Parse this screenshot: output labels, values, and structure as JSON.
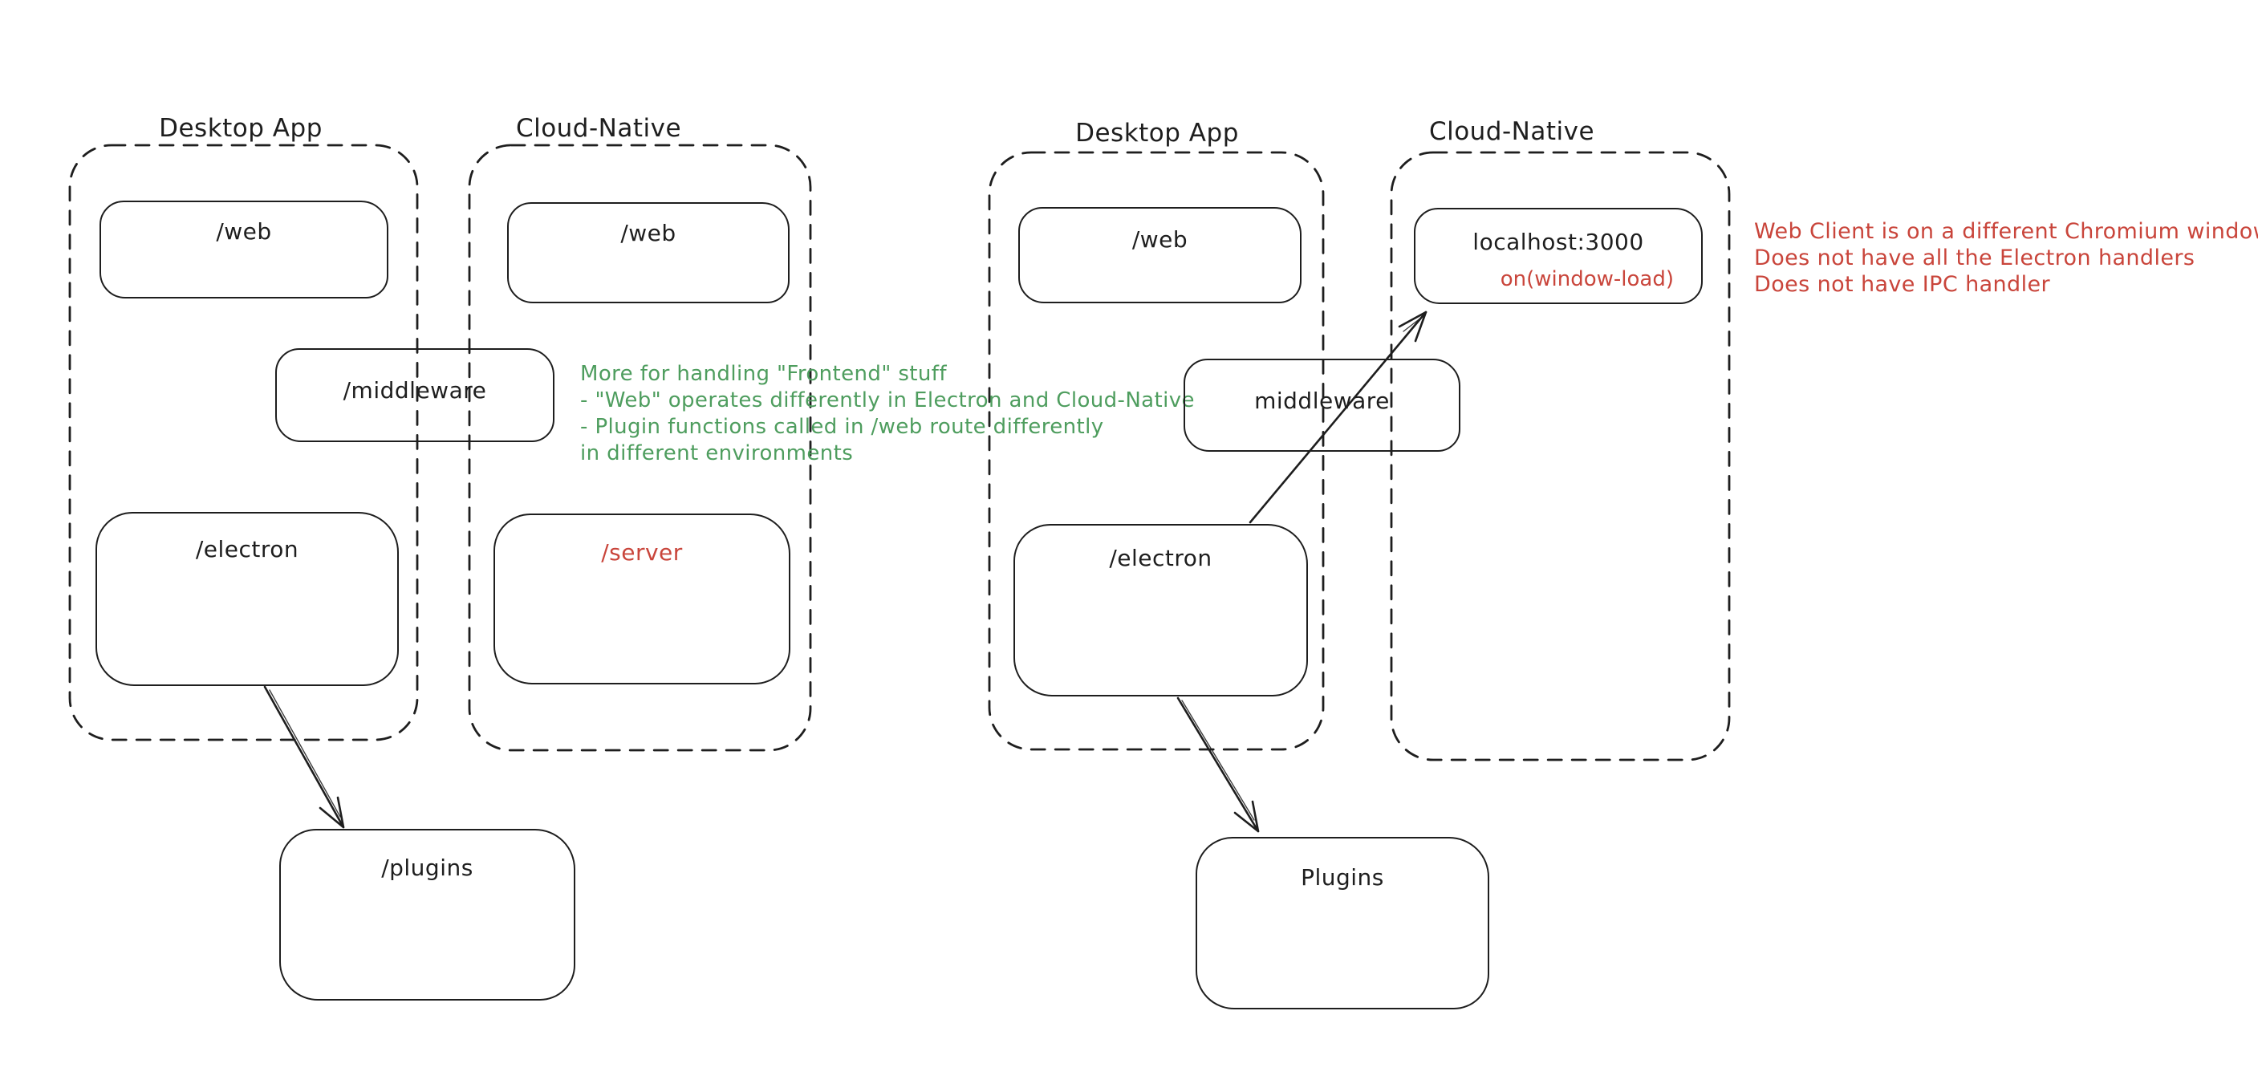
{
  "colors": {
    "ink": "#1e1e1e",
    "green": "#4e9d5e",
    "red": "#c9453b",
    "background": "#ffffff"
  },
  "left_diagram": {
    "desktop_title": "Desktop App",
    "cloud_title": "Cloud-Native",
    "web_desktop_label": "/web",
    "web_cloud_label": "/web",
    "middleware_label": "/middleware",
    "electron_label": "/electron",
    "server_label": "/server",
    "plugins_label": "/plugins",
    "green_note": {
      "lines": [
        "More for handling \"Frontend\" stuff",
        "- \"Web\" operates differently in Electron and Cloud-Native",
        "- Plugin functions called in /web route differently",
        "in different environments"
      ]
    },
    "arrow": {
      "from": "/electron",
      "to": "/plugins"
    }
  },
  "right_diagram": {
    "desktop_title": "Desktop App",
    "cloud_title": "Cloud-Native",
    "web_desktop_label": "/web",
    "localhost_label": "localhost:3000",
    "window_load_label": "on(window-load)",
    "middleware_label": "middleware",
    "electron_label": "/electron",
    "plugins_label": "Plugins",
    "red_note": {
      "lines": [
        "Web Client is on a different Chromium window",
        "Does not have all the Electron handlers",
        "Does not have IPC handler"
      ]
    },
    "arrows": [
      {
        "from": "/electron",
        "to": "localhost:3000"
      },
      {
        "from": "/electron",
        "to": "Plugins"
      }
    ]
  }
}
